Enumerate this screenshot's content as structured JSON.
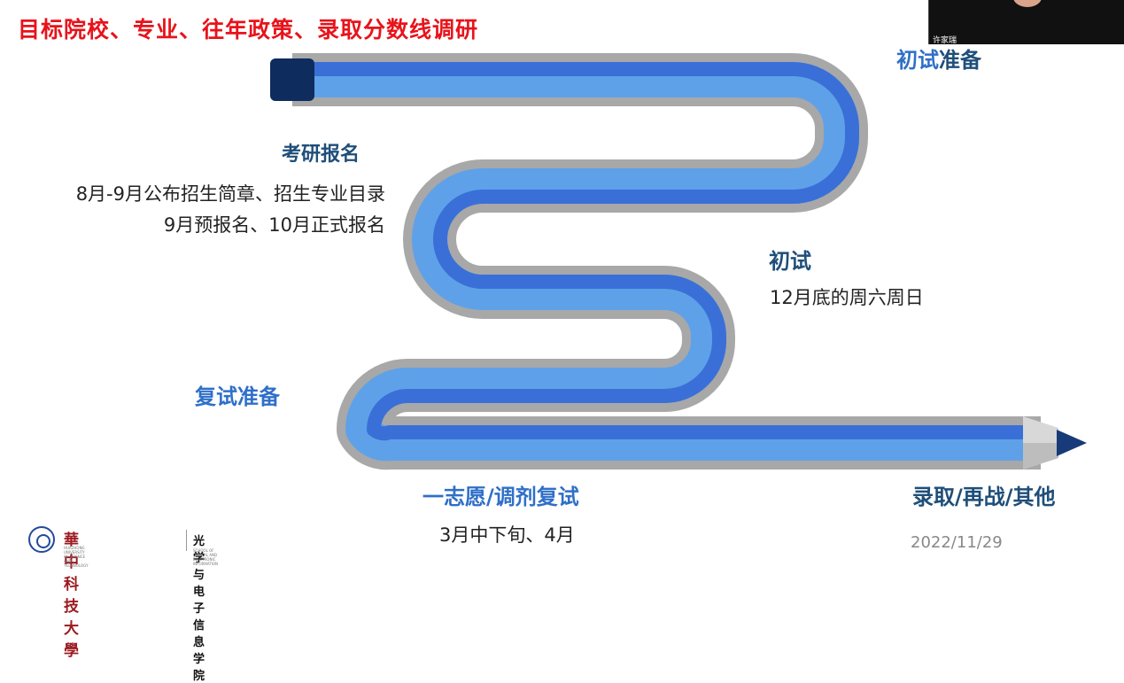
{
  "slide": {
    "title": "目标院校、专业、往年政策、录取分数线调研",
    "date": "2022/11/29"
  },
  "stages": {
    "prelim_prep": {
      "label_a": "初试",
      "label_b": "准备"
    },
    "registration": {
      "label": "考研报名",
      "line1": "8月-9月公布招生简章、招生专业目录",
      "line2": "9月预报名、10月正式报名"
    },
    "prelim_exam": {
      "label": "初试",
      "detail": "12月底的周六周日"
    },
    "retest_prep": {
      "label": "复试准备"
    },
    "retest": {
      "label": "一志愿/调剂复试",
      "detail": "3月中下旬、4月"
    },
    "outcome": {
      "label": "录取/再战/其他"
    }
  },
  "video": {
    "participant_name": "许家瑞"
  },
  "footer": {
    "university_name": "華中科技大學",
    "university_en": "HUAZHONG UNIVERSITY OF SCIENCE AND TECHNOLOGY",
    "school_name": "光学与电子信息学院",
    "school_en": "SCHOOL OF OPTICAL AND ELECTRONIC INFORMATION"
  },
  "colors": {
    "title_red": "#e8131b",
    "pencil_dark_blue": "#3a6fd8",
    "pencil_light_blue": "#5ea1e8",
    "pencil_gray": "#a8a8a8",
    "eraser_navy": "#0e2c5e",
    "label_blue": "#2f6fc8",
    "label_dark": "#1f4e79"
  }
}
